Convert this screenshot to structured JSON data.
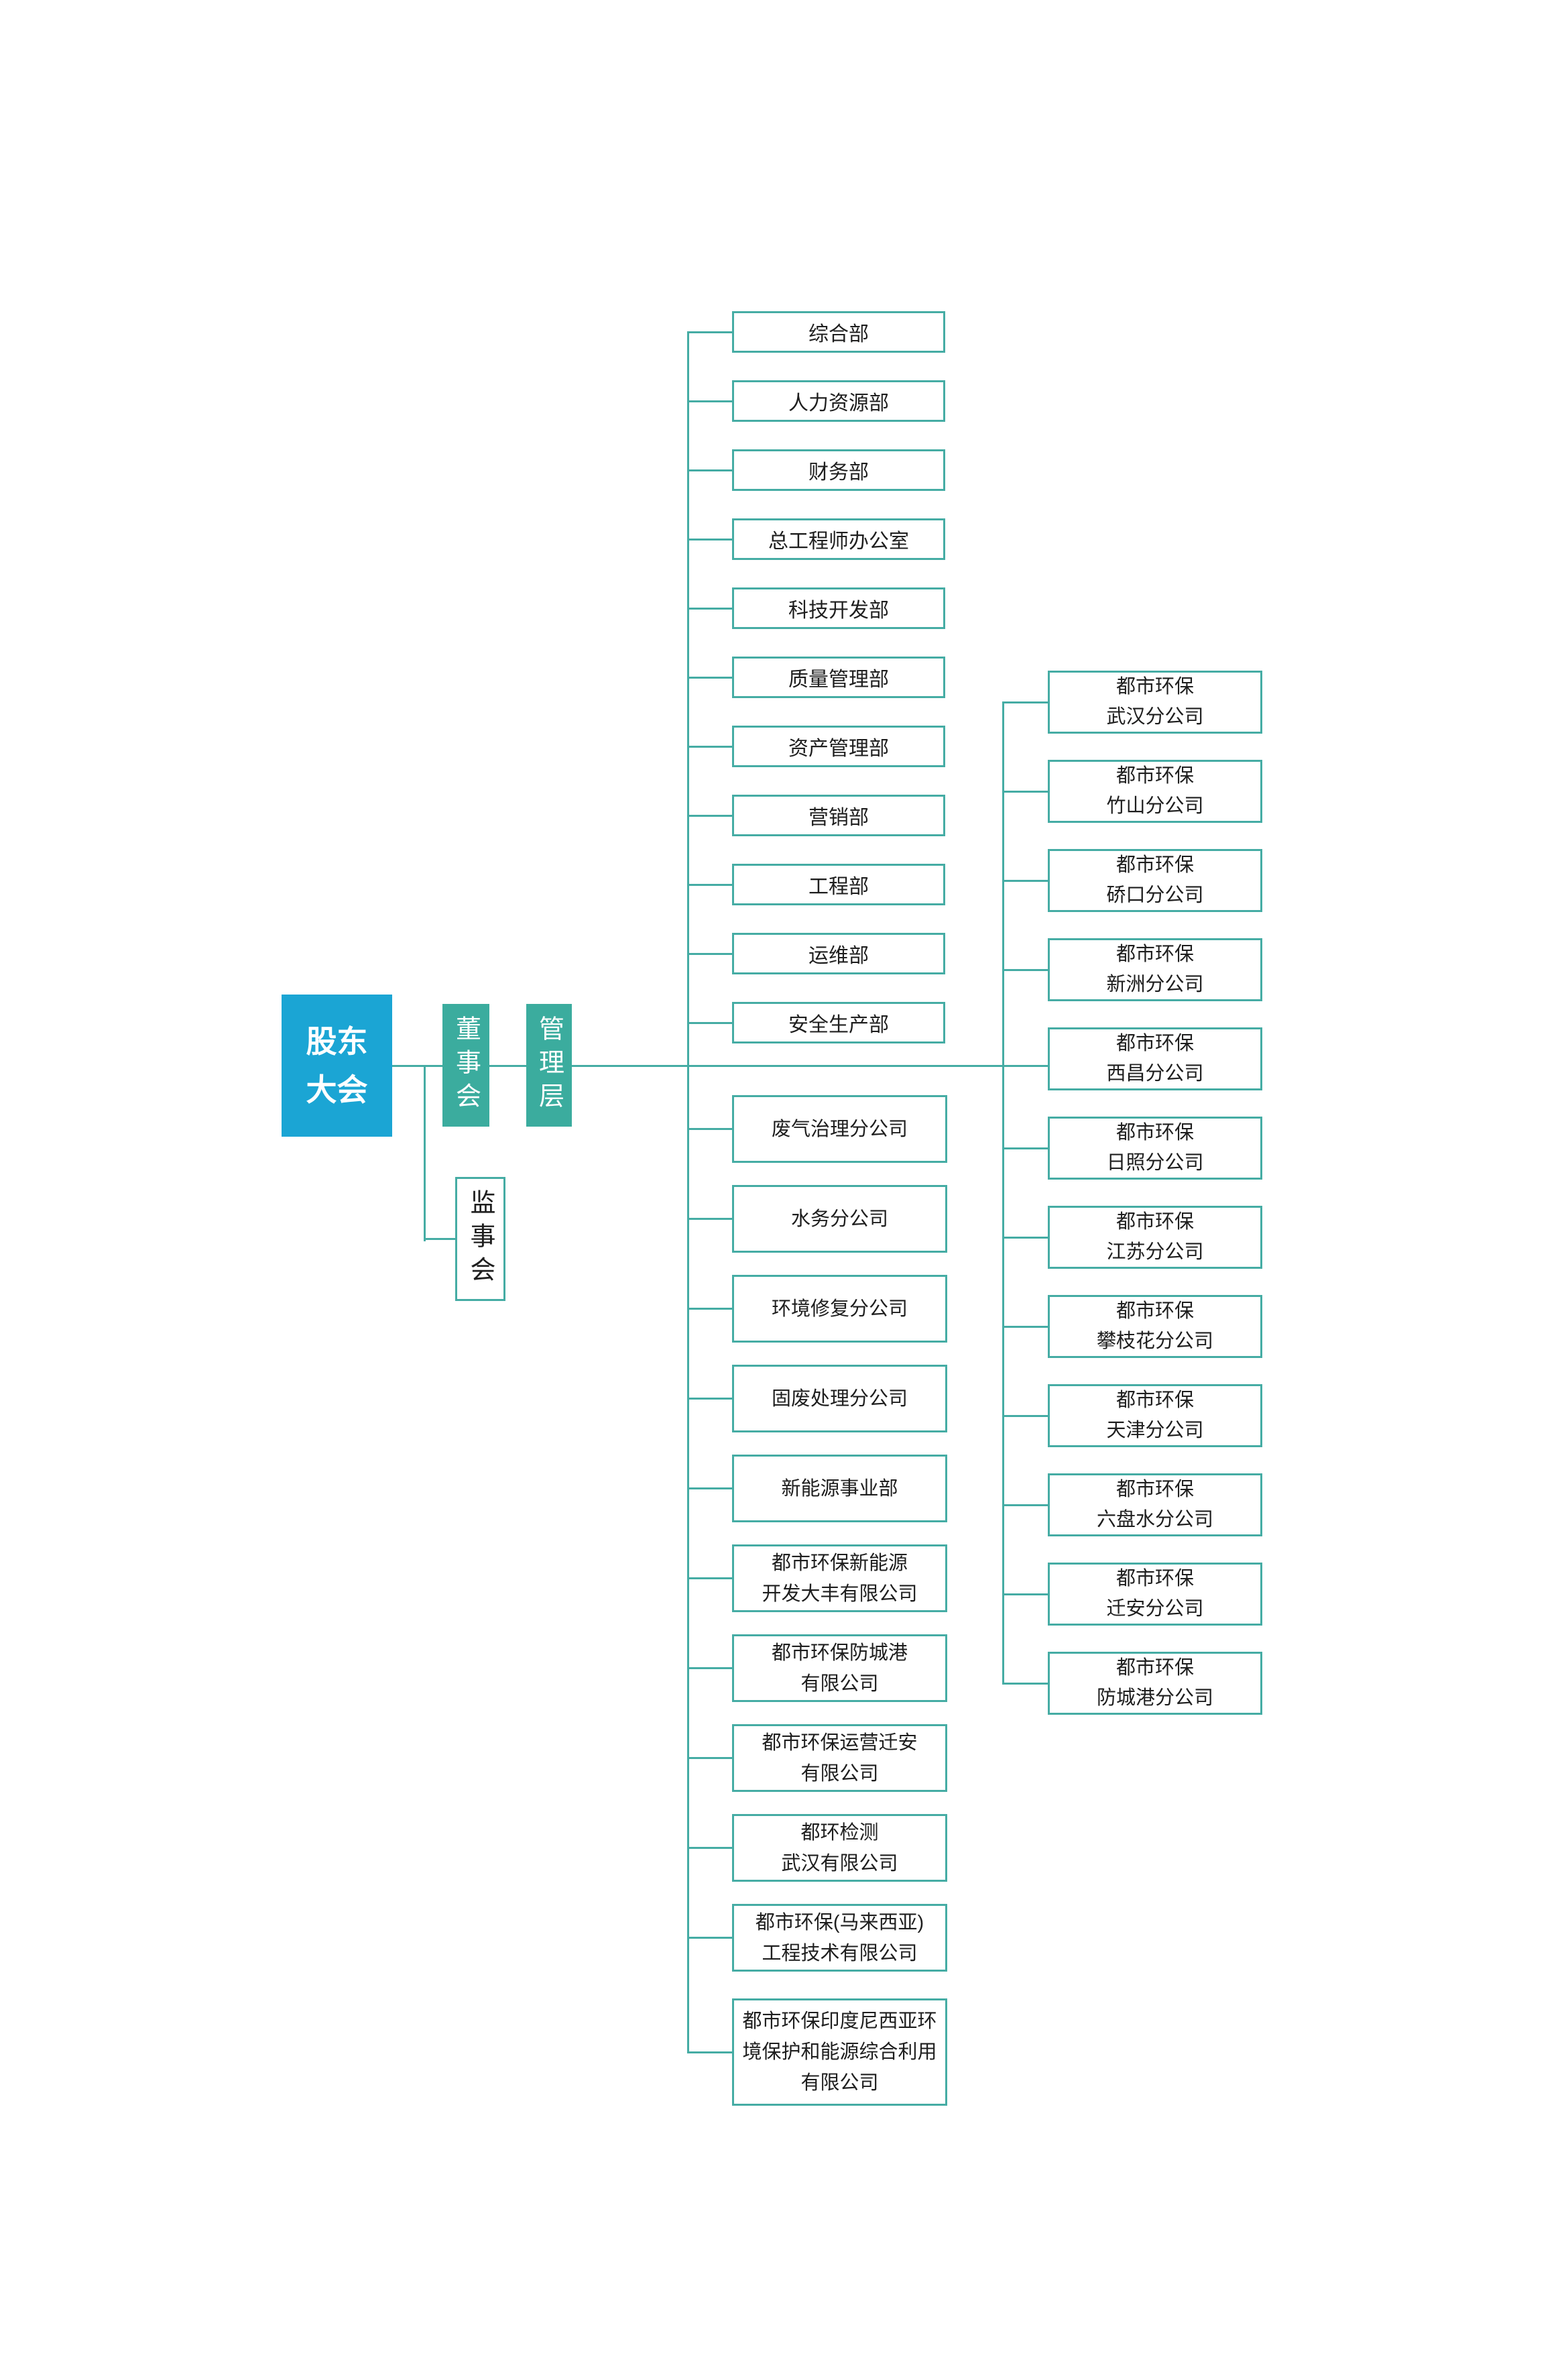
{
  "palette": {
    "shareholders_fill": "#1ba5d4",
    "governance_fill": "#3bac9e",
    "connector_line": "#45aca4",
    "box_border": "#45aca4",
    "text_dark": "#1e1e1e",
    "text_light": "#ffffff"
  },
  "org": {
    "shareholders": "股东\n大会",
    "board": "董事会",
    "management": "管理层",
    "supervisors": "监事会",
    "departments": [
      "综合部",
      "人力资源部",
      "财务部",
      "总工程师办公室",
      "科技开发部",
      "质量管理部",
      "资产管理部",
      "营销部",
      "工程部",
      "运维部",
      "安全生产部"
    ],
    "subsidiaries": [
      "废气治理分公司",
      "水务分公司",
      "环境修复分公司",
      "固废处理分公司",
      "新能源事业部",
      "都市环保新能源\n开发大丰有限公司",
      "都市环保防城港\n有限公司",
      "都市环保运营迁安\n有限公司",
      "都环检测\n武汉有限公司",
      "都市环保(马来西亚)\n工程技术有限公司",
      "都市环保印度尼西亚环\n境保护和能源综合利用\n有限公司"
    ],
    "branches": [
      "都市环保\n武汉分公司",
      "都市环保\n竹山分公司",
      "都市环保\n硚口分公司",
      "都市环保\n新洲分公司",
      "都市环保\n西昌分公司",
      "都市环保\n日照分公司",
      "都市环保\n江苏分公司",
      "都市环保\n攀枝花分公司",
      "都市环保\n天津分公司",
      "都市环保\n六盘水分公司",
      "都市环保\n迁安分公司",
      "都市环保\n防城港分公司"
    ]
  }
}
